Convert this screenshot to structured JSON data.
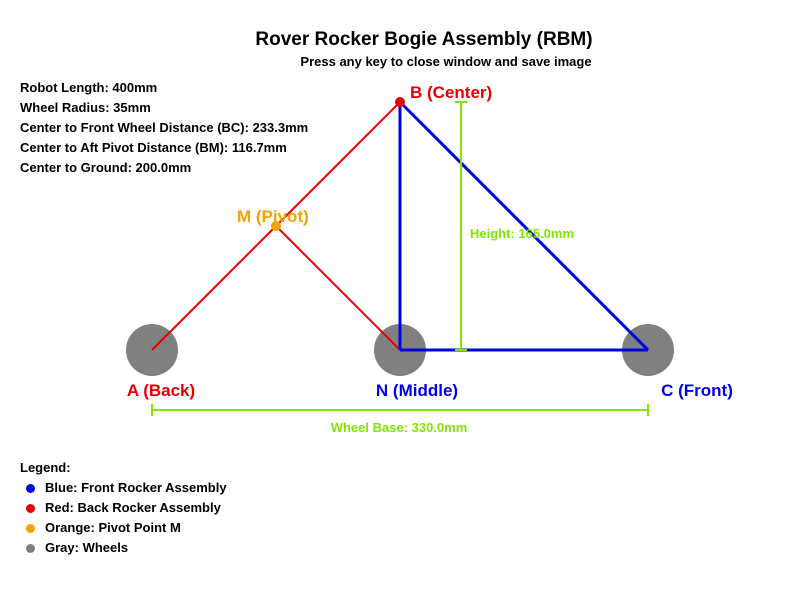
{
  "title": "Rover Rocker Bogie Assembly (RBM)",
  "subtitle": "Press any key to close window and save image",
  "info": [
    "Robot Length: 400mm",
    "Wheel Radius: 35mm",
    "Center to Front Wheel Distance (BC): 233.3mm",
    "Center to Aft Pivot Distance (BM): 116.7mm",
    "Center to Ground: 200.0mm"
  ],
  "points": {
    "b": "B (Center)",
    "m": "M (Pivot)",
    "a": "A (Back)",
    "n": "N (Middle)",
    "c": "C (Front)"
  },
  "dimensions": {
    "height": "Height: 165.0mm",
    "wheel_base": "Wheel Base: 330.0mm"
  },
  "legend": {
    "heading": "Legend:",
    "items": [
      {
        "label": "Blue: Front Rocker Assembly",
        "color": "#0000e6"
      },
      {
        "label": "Red: Back Rocker Assembly",
        "color": "#e60000"
      },
      {
        "label": "Orange: Pivot Point M",
        "color": "#f5a300"
      },
      {
        "label": "Gray: Wheels",
        "color": "#808080"
      }
    ]
  },
  "colors": {
    "front_rocker": "#0000e6",
    "back_rocker": "#e60000",
    "pivot": "#f5a300",
    "wheel": "#808080",
    "dimension": "#80e600"
  }
}
